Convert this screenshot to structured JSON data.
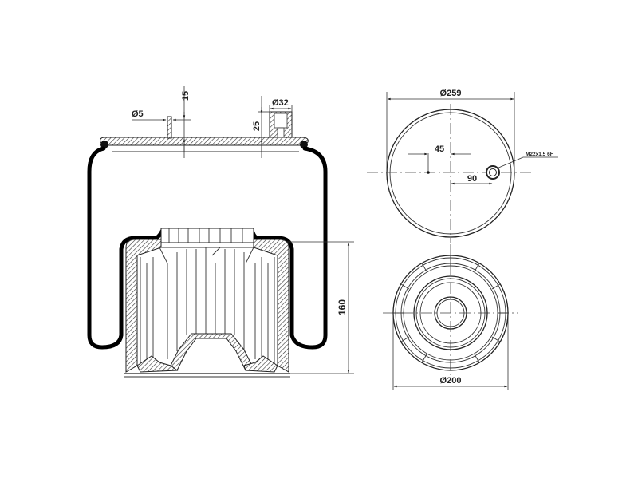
{
  "drawing": {
    "title": "Air spring technical drawing",
    "views": {
      "side_section": {
        "dimensions": {
          "stud_diameter": "Ø5",
          "stud_height": "15",
          "air_fitting_diameter": "Ø32",
          "air_fitting_height": "25",
          "piston_height": "160"
        }
      },
      "top_view": {
        "dimensions": {
          "plate_diameter": "Ø259",
          "stud_offset": "45",
          "fitting_offset": "90",
          "thread_spec": "M22x1.5 6H"
        }
      },
      "bottom_view": {
        "dimensions": {
          "piston_diameter": "Ø200"
        }
      }
    }
  }
}
